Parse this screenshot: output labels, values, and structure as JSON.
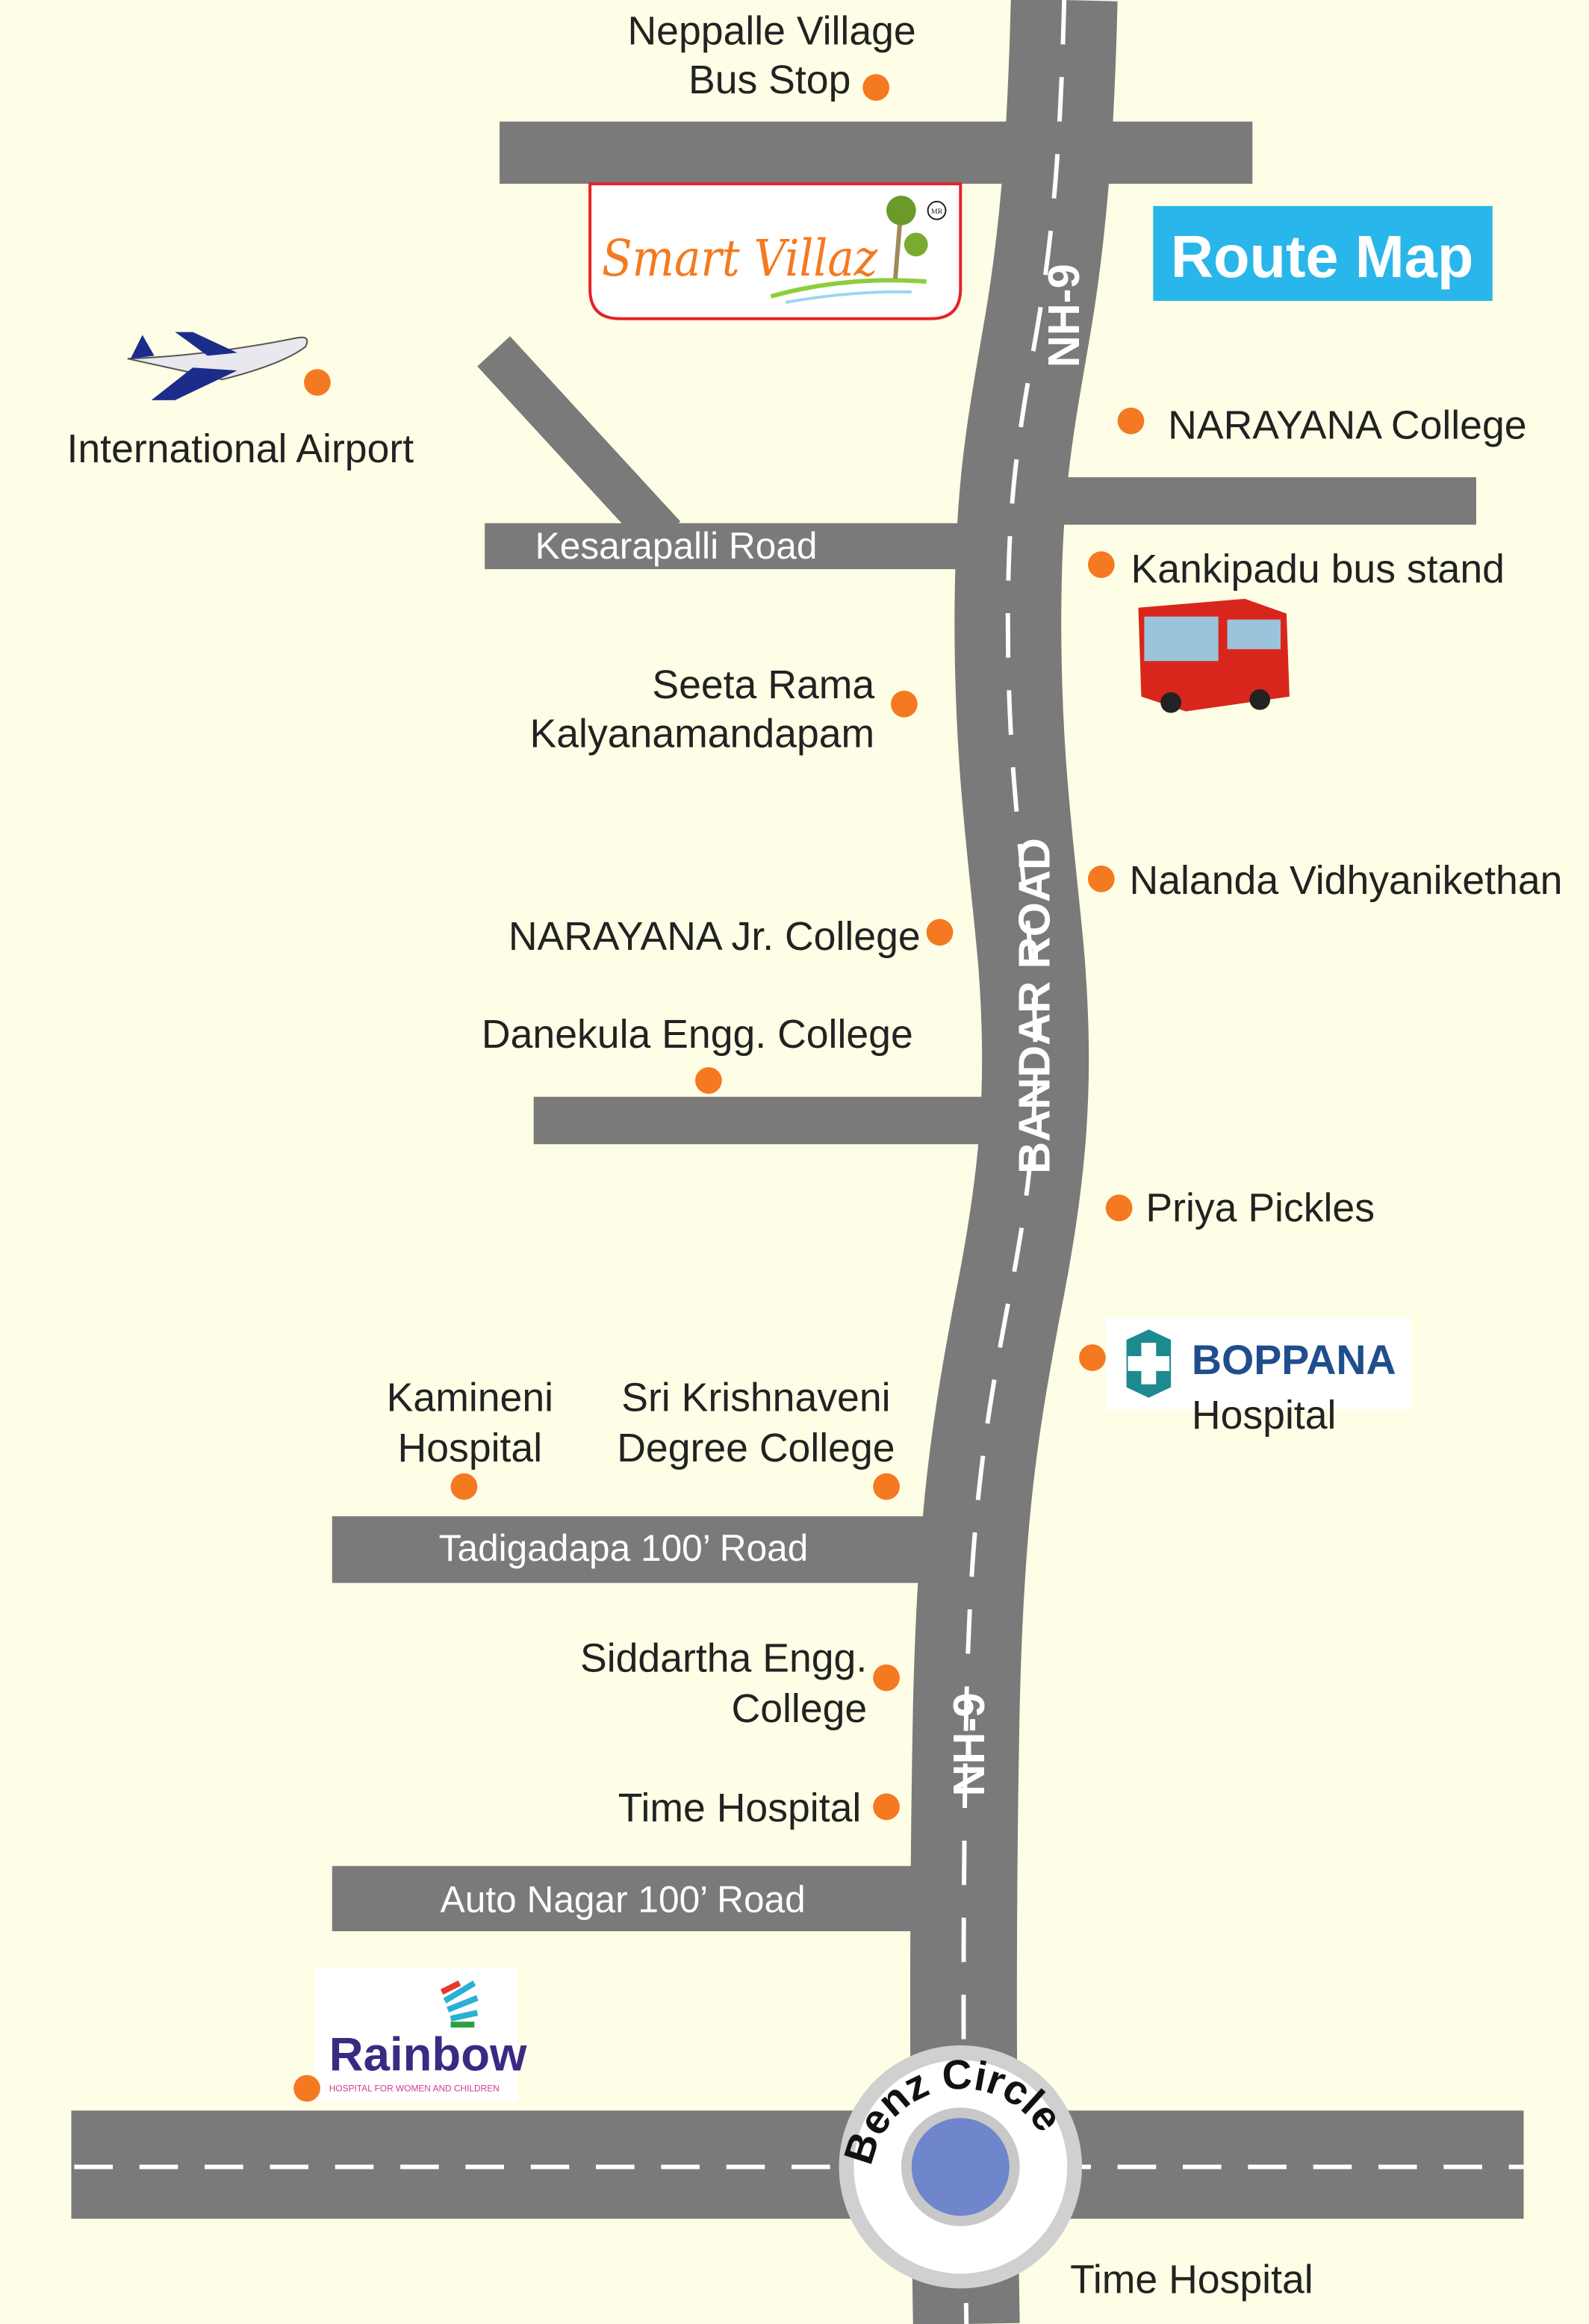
{
  "title": "Route Map",
  "colors": {
    "background": "#fefee6",
    "road": "#7a7a7a",
    "marker": "#f47920",
    "title_bg": "#29b6ea",
    "circle": "#6f86cc"
  },
  "highways": {
    "nh_top": "NH-9",
    "bandar": "BANDAR ROAD",
    "nh_bottom": "NH-9"
  },
  "roads": {
    "kesarapalli": "Kesarapalli Road",
    "tadigadapa": "Tadigadapa 100’ Road",
    "autonagar": "Auto Nagar 100’ Road"
  },
  "junction": "Benz Circle",
  "logos": {
    "smart_villaz": "Smart Villaz",
    "smart_villaz_mark": "MR",
    "rainbow": "Rainbow",
    "rainbow_sub": "HOSPITAL FOR WOMEN AND CHILDREN",
    "boppana": "BOPPANA"
  },
  "places": {
    "neppalle": [
      "Neppalle Village",
      "Bus Stop"
    ],
    "airport": "International Airport",
    "narayana_college": "NARAYANA College",
    "kankipadu": "Kankipadu bus stand",
    "seeta": [
      "Seeta Rama",
      "Kalyanamandapam"
    ],
    "nalanda": "Nalanda Vidhyanikethan",
    "narayana_jr": "NARAYANA Jr. College",
    "danekula": "Danekula Engg. College",
    "priya": "Priya Pickles",
    "boppana": "Hospital",
    "kamineni": [
      "Kamineni",
      "Hospital"
    ],
    "krishnaveni": [
      "Sri Krishnaveni",
      "Degree College"
    ],
    "siddartha": [
      "Siddartha Engg.",
      "College"
    ],
    "time_hospital": "Time Hospital",
    "time_hospital_2": "Time Hospital"
  }
}
